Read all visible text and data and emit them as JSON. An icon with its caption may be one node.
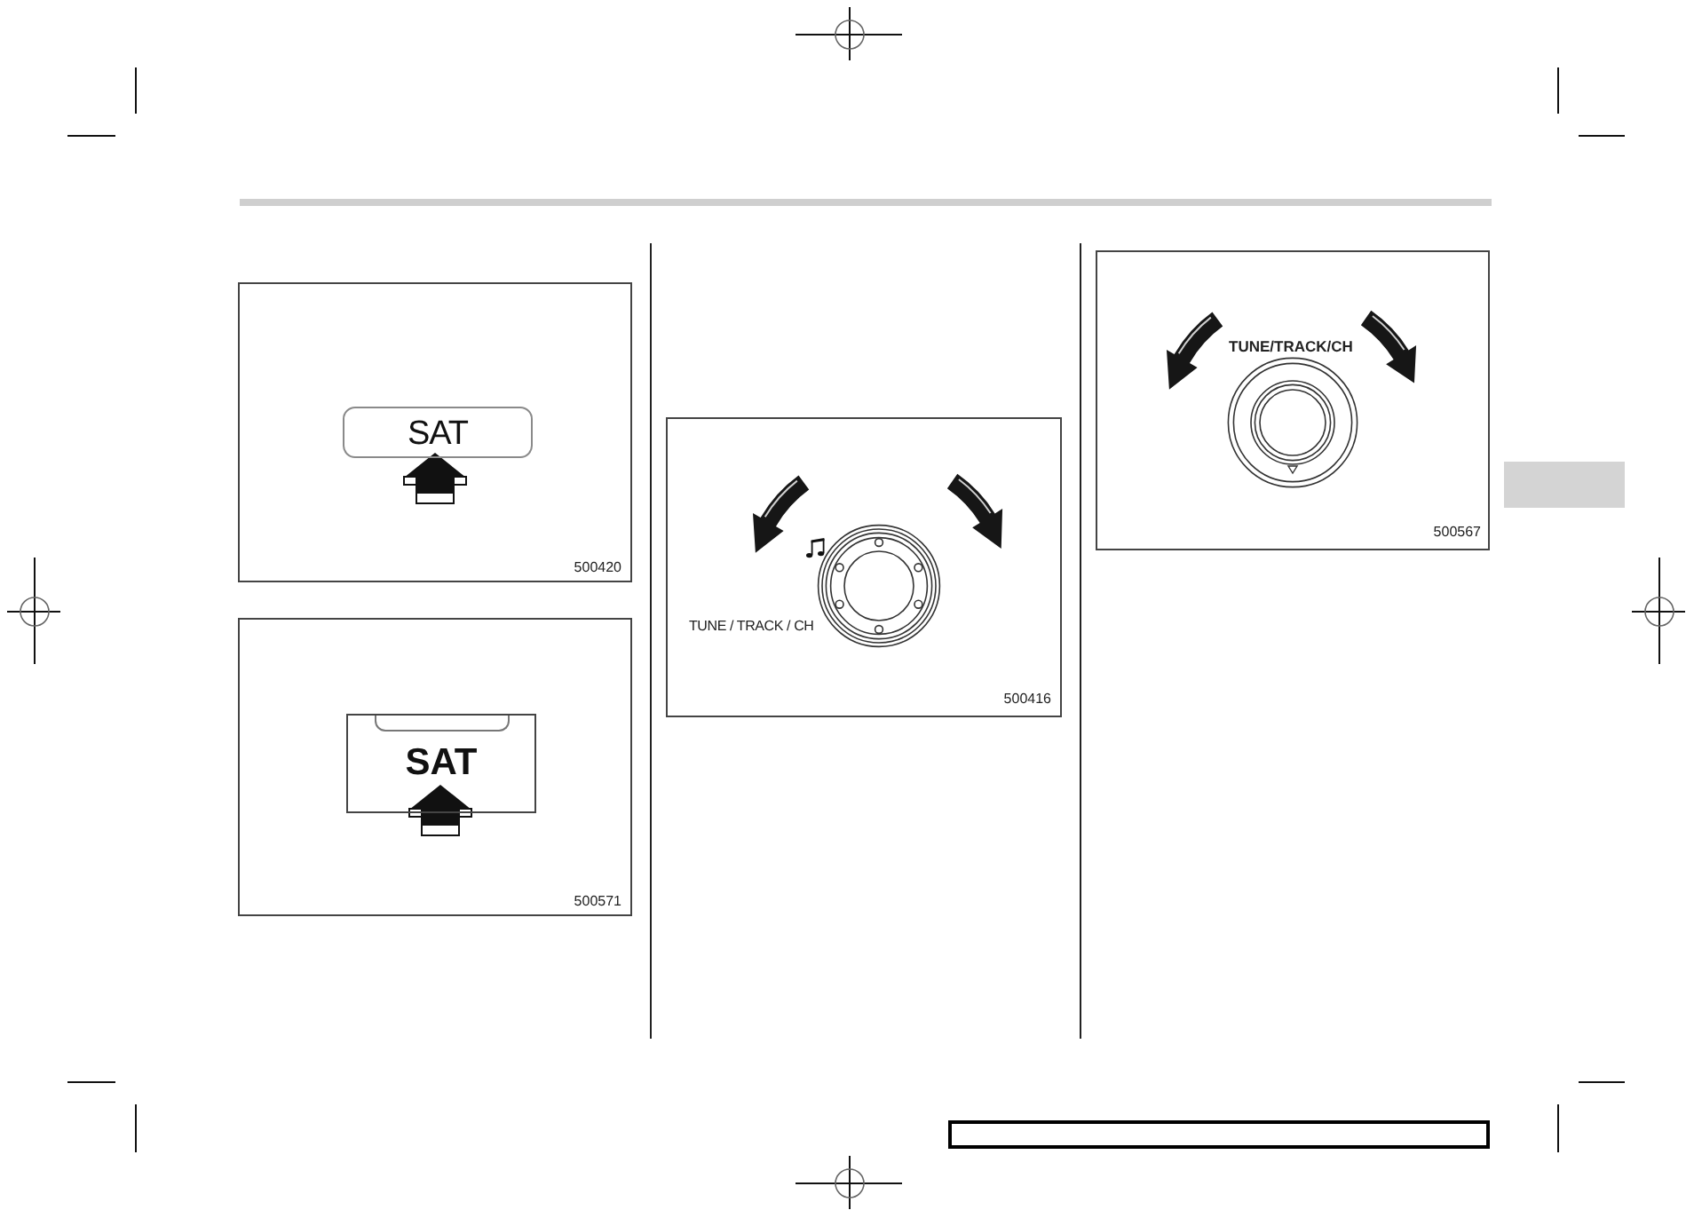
{
  "diagram": {
    "nodes": [
      {
        "text": [
          "500420"
        ]
      },
      {
        "text": [
          "SAT"
        ],
        "in": 0
      },
      {
        "text": [
          "500571"
        ]
      },
      {
        "text": [
          "SAT"
        ],
        "in": 2
      },
      {
        "text": [
          "TUNE / TRACK / CH",
          "500416"
        ]
      },
      {
        "text": [
          "TUNE/TRACK/CH",
          "500567"
        ]
      },
      {
        "text": [],
        "shape": "box"
      }
    ]
  }
}
